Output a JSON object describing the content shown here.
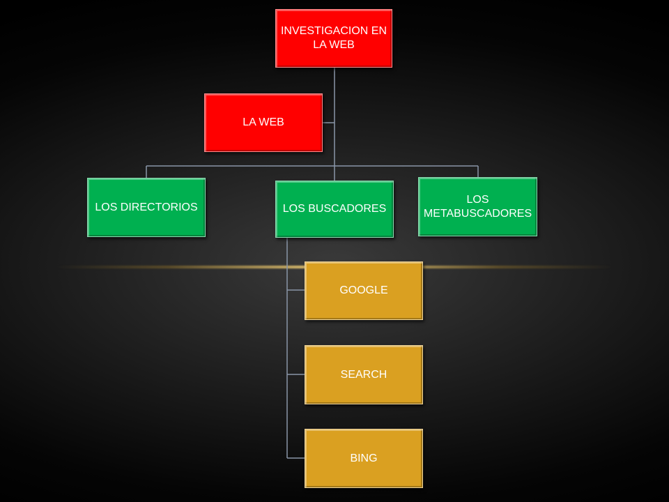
{
  "diagram": {
    "root": "INVESTIGACION EN LA WEB",
    "assistant": "LA WEB",
    "children": [
      "LOS DIRECTORIOS",
      "LOS BUSCADORES",
      "LOS METABUSCADORES"
    ],
    "buscadores": [
      "GOOGLE",
      "SEARCH",
      "BING"
    ],
    "colors": {
      "level1": "#ff0000",
      "level2": "#00b050",
      "level3": "#daa021",
      "connector": "#8a96a8"
    }
  }
}
